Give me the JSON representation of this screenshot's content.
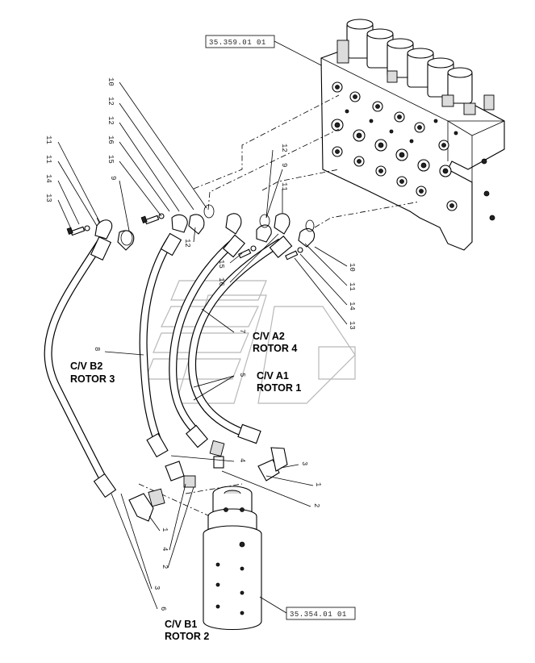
{
  "references": {
    "valve_block": "35.359.01 01",
    "rotor_unit": "35.354.01 01"
  },
  "labels": {
    "cv_a2": "C/V A2",
    "rotor_4": "ROTOR 4",
    "cv_a1": "C/V A1",
    "rotor_1": "ROTOR 1",
    "cv_b2": "C/V B2",
    "rotor_3": "ROTOR 3",
    "cv_b1": "C/V B1",
    "rotor_2": "ROTOR 2"
  },
  "callouts": {
    "c10_top": "10",
    "c12_a": "12",
    "c12_b": "12",
    "c16_a": "16",
    "c15_a": "15",
    "c9_a": "9",
    "c11_a": "11",
    "c11_b": "11",
    "c14_a": "14",
    "c13_a": "13",
    "c12_c": "12",
    "c12_d": "12",
    "c9_b": "9",
    "c11_c": "11",
    "c15_b": "15",
    "c16_b": "16",
    "c10_b": "10",
    "c11_d": "11",
    "c14_b": "14",
    "c13_b": "13",
    "c7": "7",
    "c5": "5",
    "c8": "8",
    "c4_a": "4",
    "c3_a": "3",
    "c1_a": "1",
    "c2_a": "2",
    "c1_b": "1",
    "c4_b": "4",
    "c2_b": "2",
    "c3_b": "3",
    "c6": "6"
  }
}
